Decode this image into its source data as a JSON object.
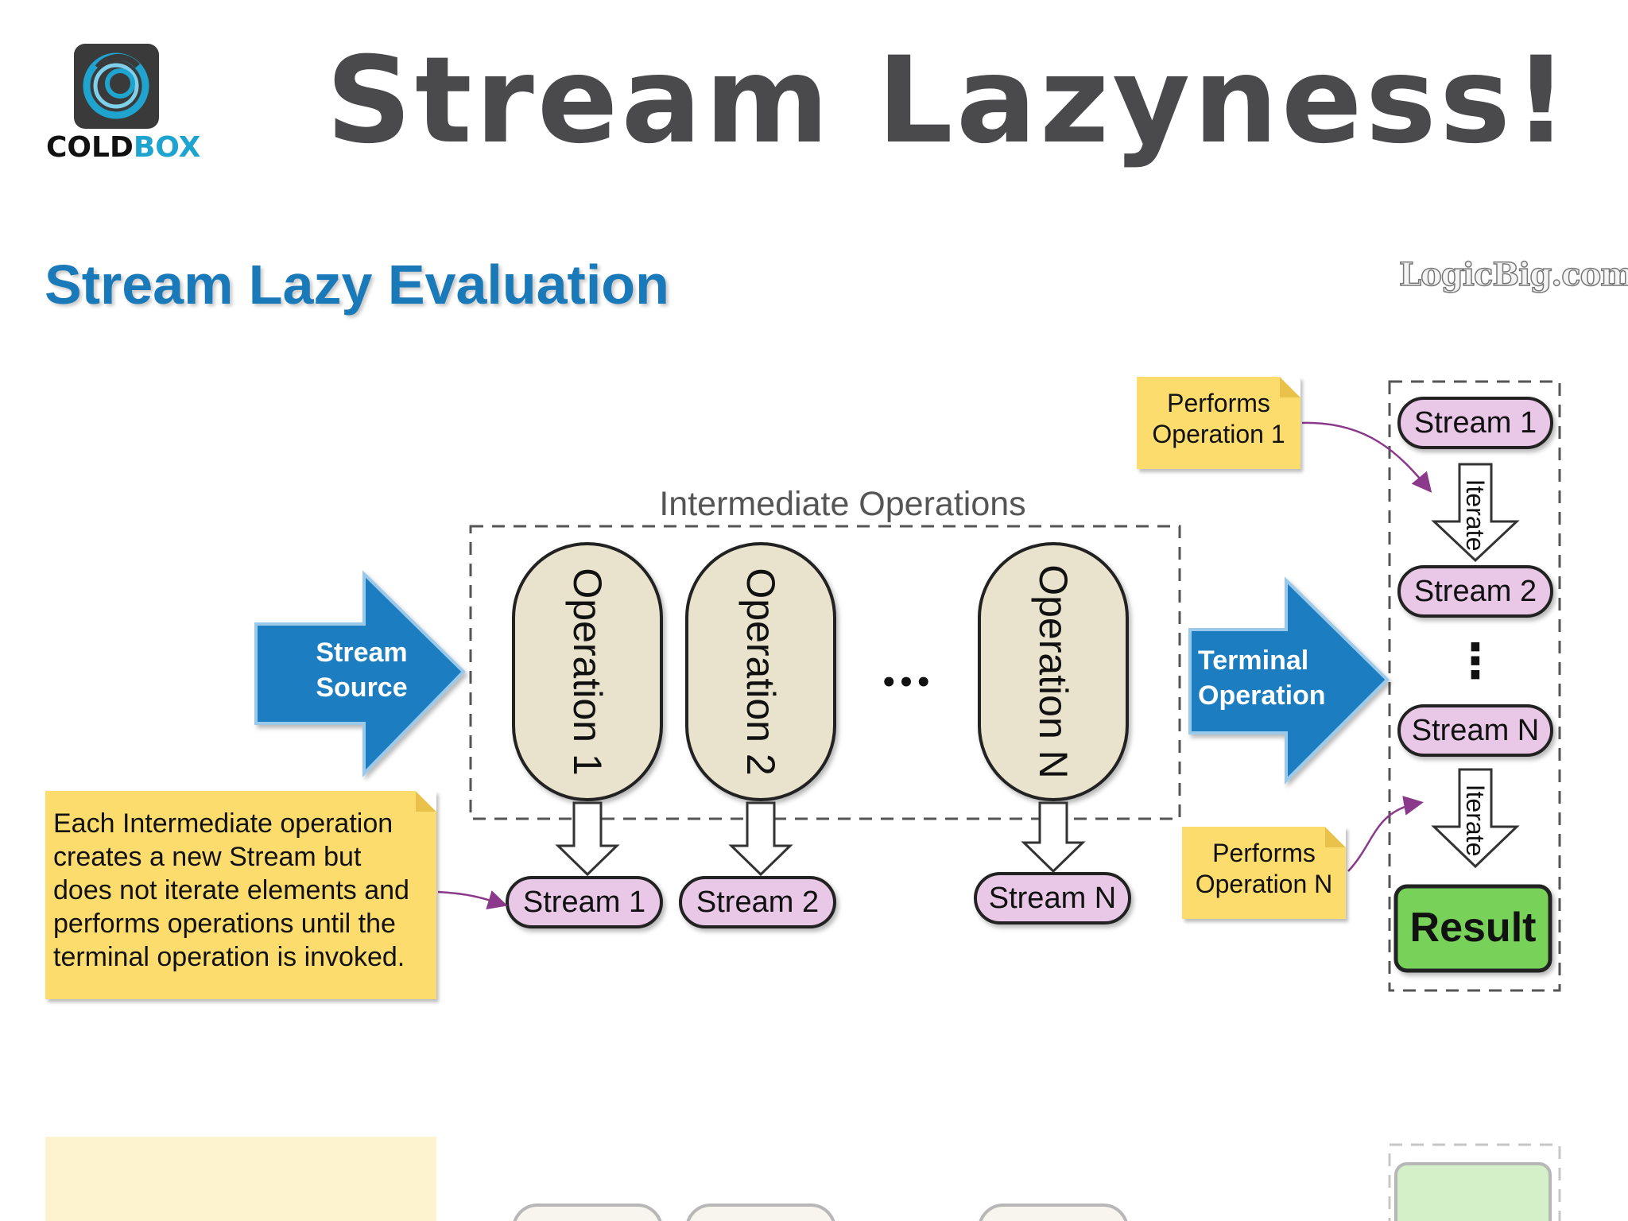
{
  "logo": {
    "word_a": "COLD",
    "word_b": "BOX",
    "icon": "coldbox-swirl-icon"
  },
  "title": "Stream Lazyness!",
  "diagram": {
    "title": "Stream Lazy Evaluation",
    "watermark": "LogicBig.com",
    "group_label": "Intermediate Operations",
    "source_arrow": {
      "line1": "Stream",
      "line2": "Source"
    },
    "terminal_arrow": {
      "line1": "Terminal",
      "line2": "Operation"
    },
    "operations": [
      "Operation 1",
      "Operation 2",
      "Operation N"
    ],
    "ellipsis": "•••",
    "streams_bottom": [
      "Stream 1",
      "Stream 2",
      "Stream N"
    ],
    "streams_right": [
      "Stream 1",
      "Stream 2",
      "Stream N"
    ],
    "iterate_label": "Iterate",
    "vertical_ellipsis": "⋮",
    "result": "Result",
    "note_performs_1": "Performs\nOperation 1",
    "note_performs_n": "Performs\nOperation N",
    "note_lazy": "Each Intermediate operation\ncreates a new Stream but\ndoes not iterate elements and\nperforms operations until the\nterminal operation is invoked.",
    "colors": {
      "arrow_blue": "#1c7ec0",
      "capsule_fill": "#e9e3cd",
      "stream_fill": "#e8c8e6",
      "result_fill": "#78d25a",
      "note_fill": "#fcdc6c",
      "connector": "#8b3a8b"
    }
  }
}
